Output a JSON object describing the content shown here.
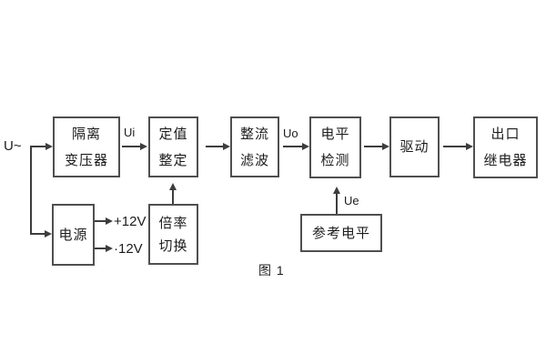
{
  "caption": "图 1",
  "labels": {
    "input": "U~",
    "ui": "Ui",
    "uo": "Uo",
    "ue": "Ue",
    "rail_pos": "+12V",
    "rail_neg": "·12V"
  },
  "blocks": {
    "isolation_transformer": {
      "l1": "隔离",
      "l2": "变压器"
    },
    "setting_adjust": {
      "l1": "定值",
      "l2": "整定"
    },
    "rectify_filter": {
      "l1": "整流",
      "l2": "滤波"
    },
    "level_detect": {
      "l1": "电平",
      "l2": "检测"
    },
    "drive": {
      "l1": "驱动"
    },
    "output_relay": {
      "l1": "出口",
      "l2": "继电器"
    },
    "power": {
      "l1": "电源"
    },
    "ratio_switch": {
      "l1": "倍率",
      "l2": "切换"
    },
    "reference_level": {
      "l1": "参考电平"
    }
  },
  "colors": {
    "line": "#3d3d3d",
    "border": "#4f4f4f",
    "text": "#1c1c1c",
    "background": "#ffffff"
  }
}
